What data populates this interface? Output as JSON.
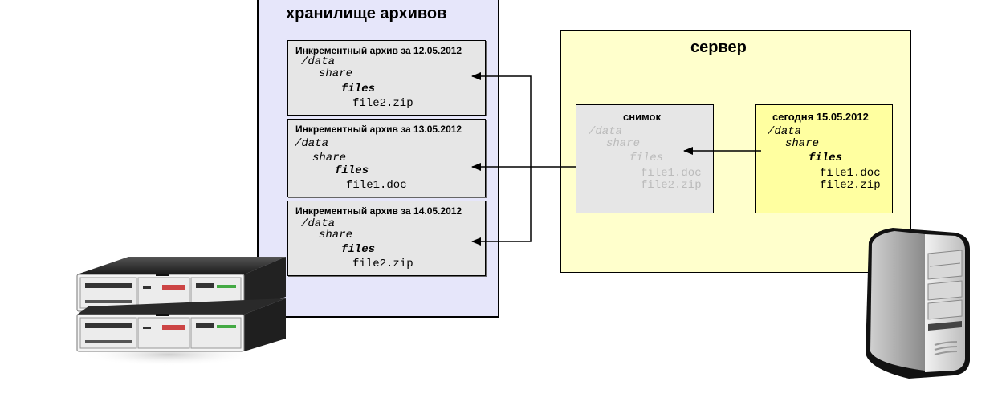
{
  "storage": {
    "title": "хранилище архивов",
    "archives": [
      {
        "title": "Инкрементный архив за 12.05.2012",
        "lines": [
          "/data",
          "share",
          "files",
          "file2.zip"
        ]
      },
      {
        "title": "Инкрементный архив за 13.05.2012",
        "lines": [
          "/data",
          "share",
          "files",
          "file1.doc"
        ]
      },
      {
        "title": "Инкрементный архив за 14.05.2012",
        "lines": [
          "/data",
          "share",
          "files",
          "file2.zip"
        ]
      }
    ]
  },
  "server": {
    "title": "сервер",
    "snapshot": {
      "title": "снимок",
      "lines": [
        "/data",
        "share",
        "files",
        "file1.doc",
        "file2.zip"
      ]
    },
    "today": {
      "title": "сегодня 15.05.2012",
      "lines": [
        "/data",
        "share",
        "files",
        "file1.doc",
        "file2.zip"
      ]
    }
  },
  "icons": {
    "storage": "rack-storage-icon",
    "server": "tower-server-icon"
  }
}
